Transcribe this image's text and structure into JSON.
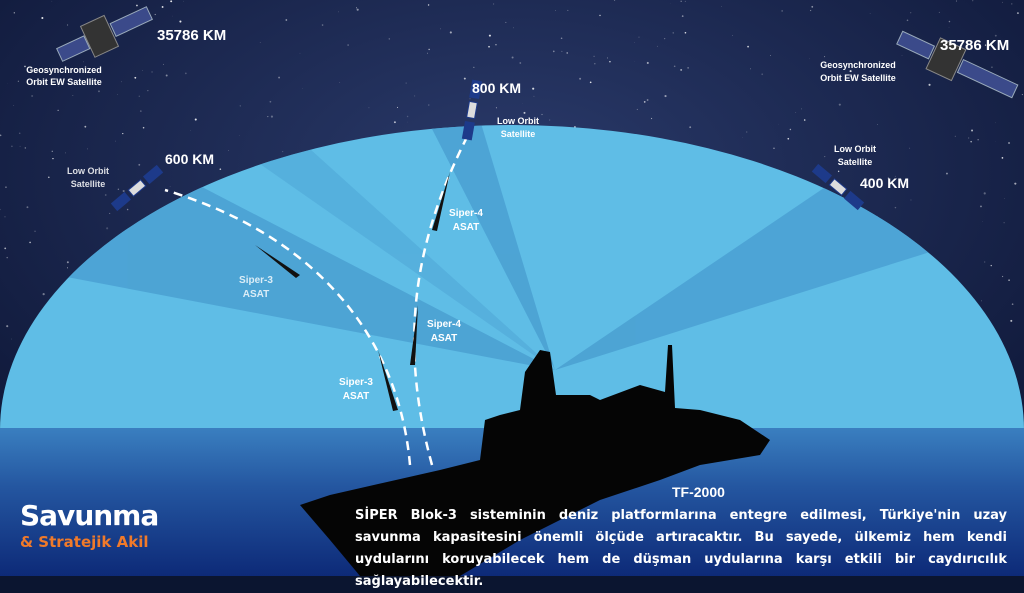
{
  "satellites": {
    "geo_left": {
      "altitude": "35786 KM",
      "label_line1": "Geosynchronized",
      "label_line2": "Orbit  EW Satellite"
    },
    "geo_right": {
      "altitude": "35786 KM",
      "label_line1": "Geosynchronized",
      "label_line2": "Orbit  EW Satellite"
    },
    "leo_left": {
      "altitude": "600 KM",
      "label_line1": "Low Orbit",
      "label_line2": "Satellite"
    },
    "leo_center": {
      "altitude": "800 KM",
      "label_line1": "Low Orbit",
      "label_line2": "Satellite"
    },
    "leo_right": {
      "altitude": "400 KM",
      "label_line1": "Low Orbit",
      "label_line2": "Satellite"
    }
  },
  "missiles": [
    {
      "line1": "Siper-3",
      "line2": "ASAT"
    },
    {
      "line1": "Siper-4",
      "line2": "ASAT"
    },
    {
      "line1": "Siper-4",
      "line2": "ASAT"
    },
    {
      "line1": "Siper-3",
      "line2": "ASAT"
    }
  ],
  "ship": {
    "name": "TF-2000"
  },
  "description": "SİPER Blok-3 sisteminin deniz platformlarına entegre edilmesi, Türkiye'nin uzay savunma kapasitesini önemli ölçüde artıracaktır. Bu sayede, ülkemiz hem kendi uydularını koruyabilecek hem de düşman uydularına karşı etkili bir caydırıcılık sağlayabilecektir.",
  "logo": {
    "line1": "Savunma",
    "line2": "& Stratejik Akil"
  },
  "colors": {
    "dome": "#5fbde6",
    "dome_shade": "#4aa3d4",
    "sea_top": "#2f6fb0",
    "sea_bottom": "#0d2a78",
    "accent": "#f07a2a"
  }
}
